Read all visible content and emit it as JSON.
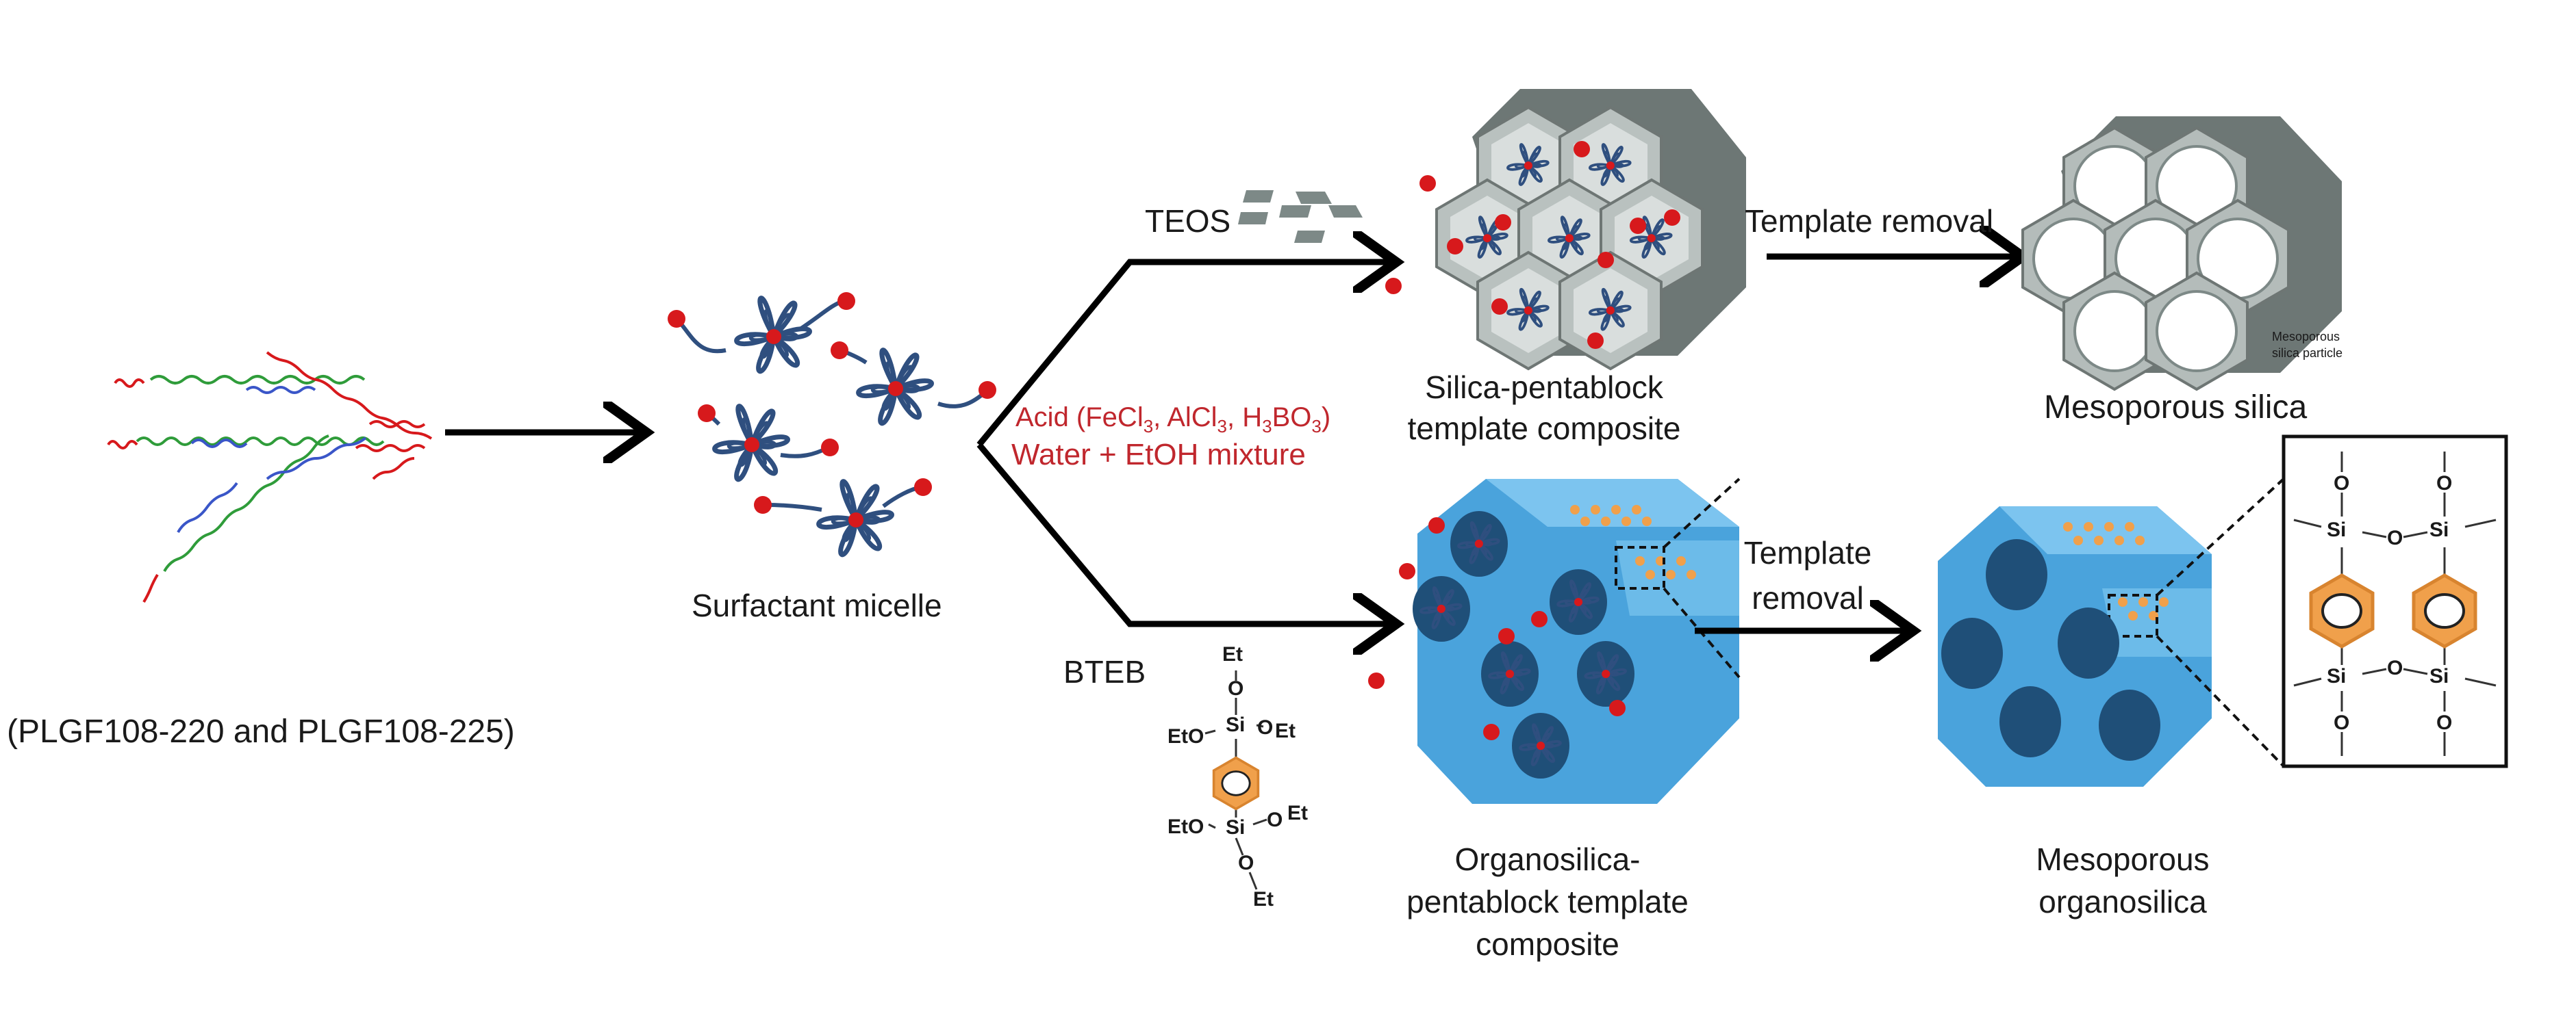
{
  "labels": {
    "polymer_names": "(PLGF108-220 and PLGF108-225)",
    "surfactant_micelle": "Surfactant micelle",
    "teos": "TEOS",
    "bteb": "BTEB",
    "acid_line1_prefix": "Acid (FeCl",
    "acid_sub_1": "3",
    "acid_mid_1": ", AlCl",
    "acid_sub_2": "3",
    "acid_mid_2": ", H",
    "acid_sub_3": "3",
    "acid_mid_3": "BO",
    "acid_sub_4": "3",
    "acid_suffix": ")",
    "acid_line2": "Water + EtOH mixture",
    "silica_composite_l1": "Silica-pentablock",
    "silica_composite_l2": "template composite",
    "template_removal_top": "Template removal",
    "mesoporous_silica": "Mesoporous silica",
    "mesoporous_particle_l1": "Mesoporous",
    "mesoporous_particle_l2": "silica particle",
    "template_removal_bottom_l1": "Template",
    "template_removal_bottom_l2": "removal",
    "organosilica_composite_l1": "Organosilica-",
    "organosilica_composite_l2": "pentablock template",
    "organosilica_composite_l3": "composite",
    "mesoporous_organosilica_l1": "Mesoporous",
    "mesoporous_organosilica_l2": "organosilica"
  },
  "bteb_structure": {
    "et": "Et",
    "eto": "EtO",
    "o": "O",
    "si": "Si"
  },
  "inset_structure": {
    "o": "O",
    "si": "Si"
  },
  "colors": {
    "red_text": "#c0272d",
    "micelle_chain": "#2f4f7f",
    "micelle_core": "#d7191c",
    "silica_gray": "#7d8987",
    "organosilica_blue": "#4aa3dc",
    "benzene_orange": "#f0a04b"
  }
}
